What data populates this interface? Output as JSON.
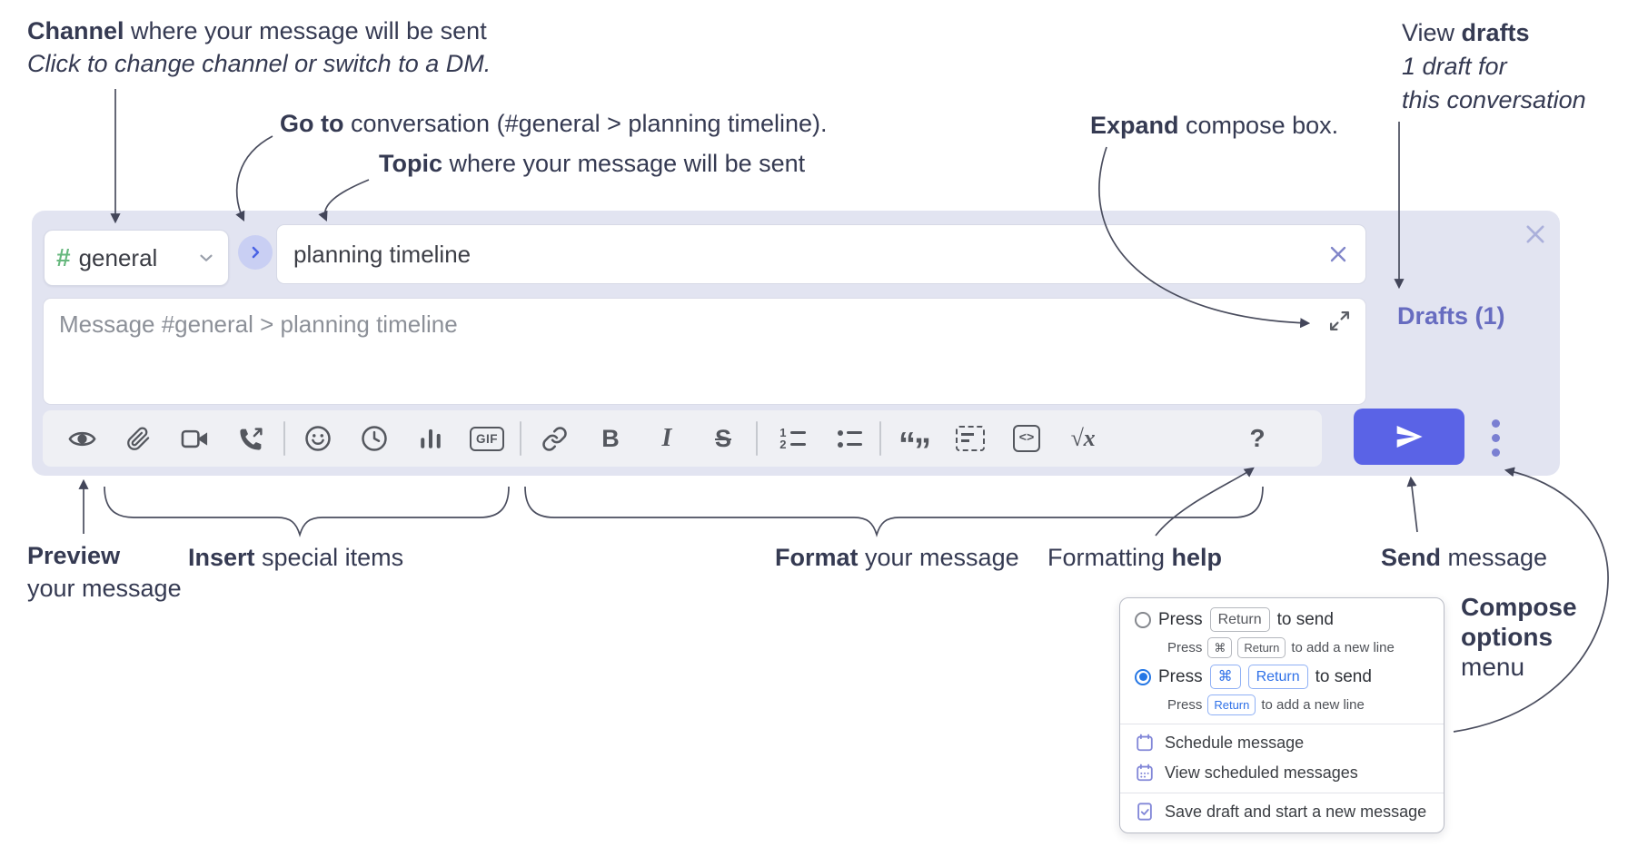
{
  "ann": {
    "channel": {
      "bold": "Channel",
      "rest": " where your message will be sent",
      "sub": "Click to change channel or switch to a DM."
    },
    "goto": {
      "bold": "Go to",
      "rest": " conversation (#general > planning timeline)."
    },
    "topic": {
      "bold": "Topic",
      "rest": " where your message will be sent"
    },
    "expand": {
      "bold": "Expand",
      "rest": " compose box."
    },
    "drafts": {
      "pre": "View ",
      "bold": "drafts",
      "line2": "1 draft for",
      "line3": "this conversation"
    },
    "preview": {
      "bold": "Preview",
      "line2": "your message"
    },
    "insert": {
      "bold": "Insert",
      "rest": " special items"
    },
    "format": {
      "bold": "Format",
      "rest": " your message"
    },
    "help": {
      "pre": "Formatting ",
      "bold": "help"
    },
    "send": {
      "bold": "Send",
      "rest": " message"
    },
    "options": {
      "line1": "Compose",
      "line2": "options",
      "line3": "menu"
    }
  },
  "compose": {
    "channel_hash": "#",
    "channel_name": "general",
    "topic_value": "planning timeline",
    "message_placeholder": "Message #general > planning timeline",
    "drafts_label": "Drafts (1)",
    "toolbar_glyphs": {
      "gif": "GIF",
      "bold": "B",
      "italic": "I",
      "strike": "S",
      "ol1": "1",
      "ol2": "2",
      "quote_open": "“",
      "quote_close": "”",
      "code": "<>",
      "math": "√x",
      "help": "?"
    },
    "toolbar_icons": [
      "preview",
      "attach-file",
      "start-video-call",
      "start-voice-call",
      "emoji",
      "global-time",
      "poll",
      "gif",
      "link",
      "bold",
      "italic",
      "strikethrough",
      "numbered-list",
      "bulleted-list",
      "quote",
      "spoiler",
      "code",
      "math",
      "formatting-help"
    ]
  },
  "menu": {
    "radio1": {
      "pre": "Press",
      "key": "Return",
      "post": "to send",
      "sub_pre": "Press",
      "sub_key1": "⌘",
      "sub_key2": "Return",
      "sub_post": "to add a new line"
    },
    "radio2": {
      "pre": "Press",
      "key1": "⌘",
      "key2": "Return",
      "post": "to send",
      "sub_pre": "Press",
      "sub_key": "Return",
      "sub_post": "to add a new line"
    },
    "schedule": "Schedule message",
    "view_scheduled": "View scheduled messages",
    "save_draft": "Save draft and start a new message"
  },
  "colors": {
    "compose_bg": "#e2e4f1",
    "send_button": "#5a63e6",
    "drafts_link": "#676cc0",
    "channel_hash_green": "#67b87e",
    "selected_radio_blue": "#2577e5",
    "menu_icon_purple": "#8287d8",
    "key_blue": "#2f71e8"
  }
}
